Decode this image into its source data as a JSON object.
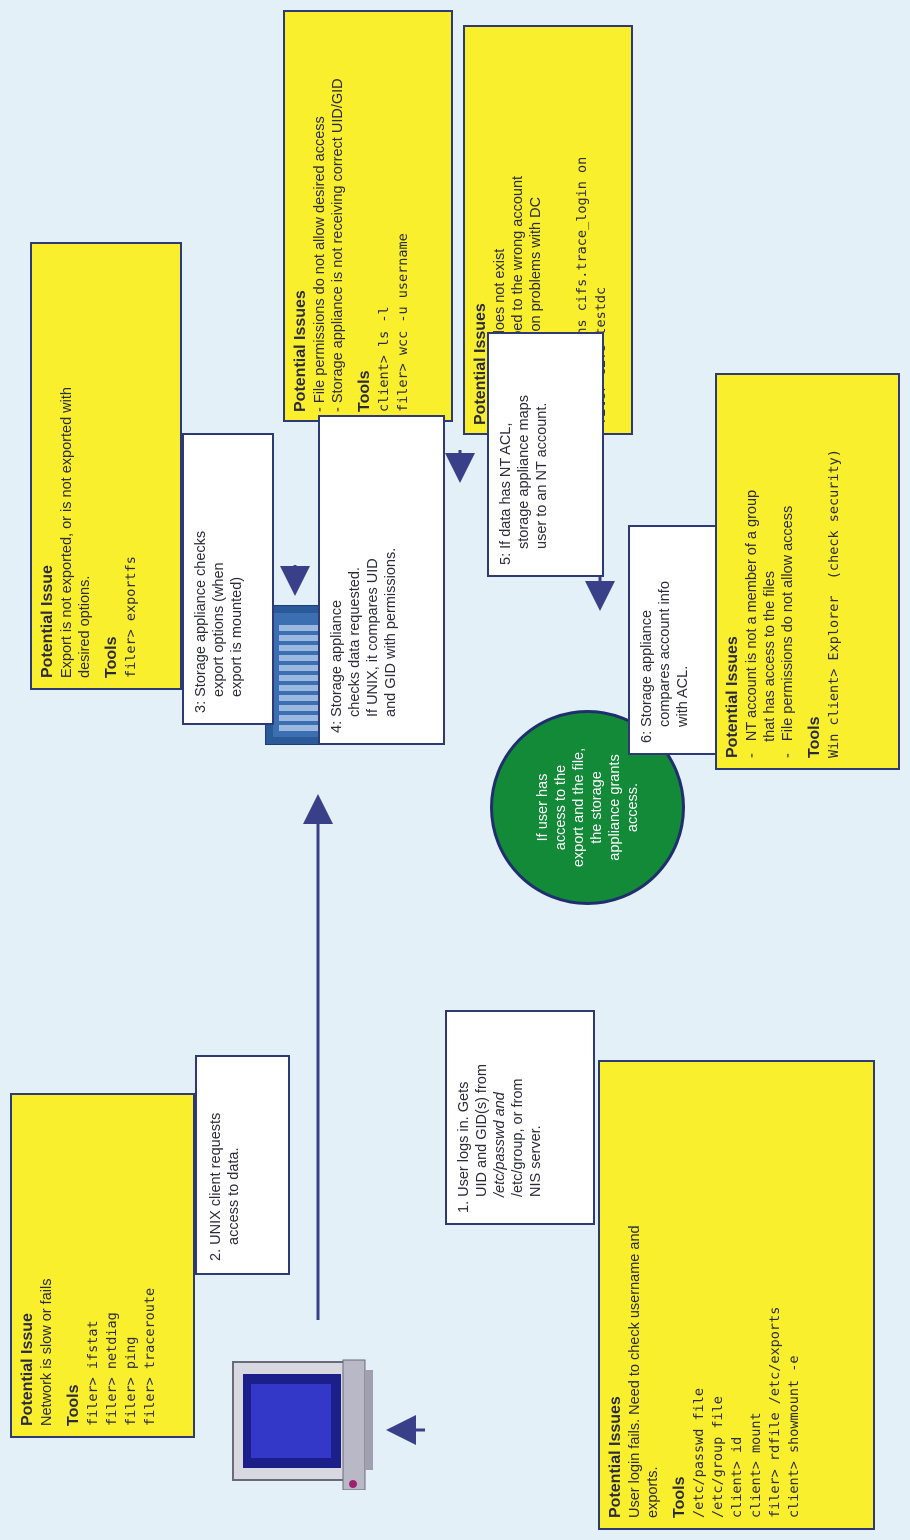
{
  "network_issue": {
    "title": "Potential Issue",
    "text": "Network is slow or fails",
    "tools_label": "Tools",
    "tools": [
      "filer> ifstat",
      "filer> netdiag",
      "filer> ping",
      "filer> traceroute"
    ]
  },
  "login_issue": {
    "title": "Potential Issues",
    "text": [
      "User login fails. Need to check username and",
      "exports."
    ],
    "tools_label": "Tools",
    "tools": [
      "/etc/passwd file",
      "/etc/group file",
      "client> id",
      "client> mount",
      "filer> rdfile /etc/exports",
      "client> showmount -e"
    ]
  },
  "step1": {
    "number": "1.",
    "lines": [
      "User logs in. Gets",
      "UID and GID(s) from",
      "/etc/passwd and",
      "/etc/group, or from",
      "NIS server."
    ]
  },
  "step2": {
    "number": "2.",
    "lines": [
      "UNIX client requests",
      "access to data."
    ]
  },
  "export_issue": {
    "title": "Potential Issue",
    "text": [
      "Export is not exported, or is not exported with",
      "desired options."
    ],
    "tools_label": "Tools",
    "tools": [
      "filer> exportfs"
    ]
  },
  "step3": {
    "number": "3:",
    "lines": [
      "Storage appliance checks",
      "export options (when",
      "export is mounted)"
    ]
  },
  "permission_issue": {
    "title": "Potential Issues",
    "text": [
      "- File permissions do not allow desired access",
      "- Storage appliance is not receiving correct UID/GID"
    ],
    "tools_label": "Tools",
    "tools": [
      "client> ls -l",
      "filer> wcc -u username"
    ]
  },
  "step4": {
    "number": "4:",
    "lines": [
      "Storage appliance",
      "checks data requested.",
      "If UNIX, it compares UID",
      "and GID with permissions."
    ]
  },
  "nt_issue": {
    "title": "Potential Issues",
    "text": [
      "- NT account does not exist",
      "- User is mapped to the wrong account",
      "- Communication problems with DC"
    ],
    "tools_label": "Tools",
    "tools": [
      "filer>options cifs.trace_login on",
      "filer>cifs testdc"
    ]
  },
  "step5": {
    "number": "5:",
    "lines": [
      "If data has NT ACL,",
      "storage appliance maps",
      "user to an NT account."
    ]
  },
  "step6": {
    "number": "6:",
    "lines": [
      "Storage appliance",
      "compares account info",
      "with ACL."
    ]
  },
  "acl_issue": {
    "title": "Potential Issues",
    "text": [
      "-   NT account is not a member of a group",
      "    that has access to the files",
      "-   File permissions do not allow access"
    ],
    "tools_label": "Tools",
    "tools": [
      "Win client> Explorer  (check security)"
    ]
  },
  "grant": {
    "lines": [
      "If user has",
      "access to the",
      "export and the file,",
      "the storage",
      "appliance grants",
      "access."
    ]
  },
  "colors": {
    "background": "#e3f0f7",
    "issue_box": "#f9ef2c",
    "border": "#2e3a75",
    "grant_circle": "#138a38"
  }
}
